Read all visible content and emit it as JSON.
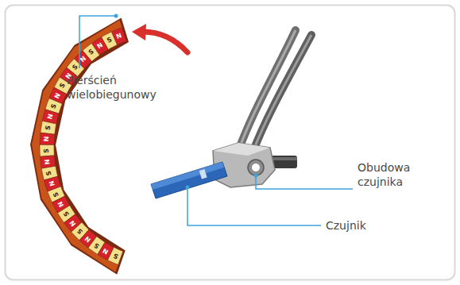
{
  "diagram": {
    "labels": [
      "Pierścień wielobiegunowy",
      "N",
      "S",
      "N",
      "S",
      "N",
      "S",
      "N",
      "S",
      "N",
      "S",
      "N",
      "S",
      "N",
      "S",
      "N",
      "S",
      "N",
      "S",
      "N",
      "S",
      "N",
      "S",
      "N",
      "S",
      "N",
      "S",
      "Obudowa czujnika",
      "Czujnik"
    ]
  }
}
